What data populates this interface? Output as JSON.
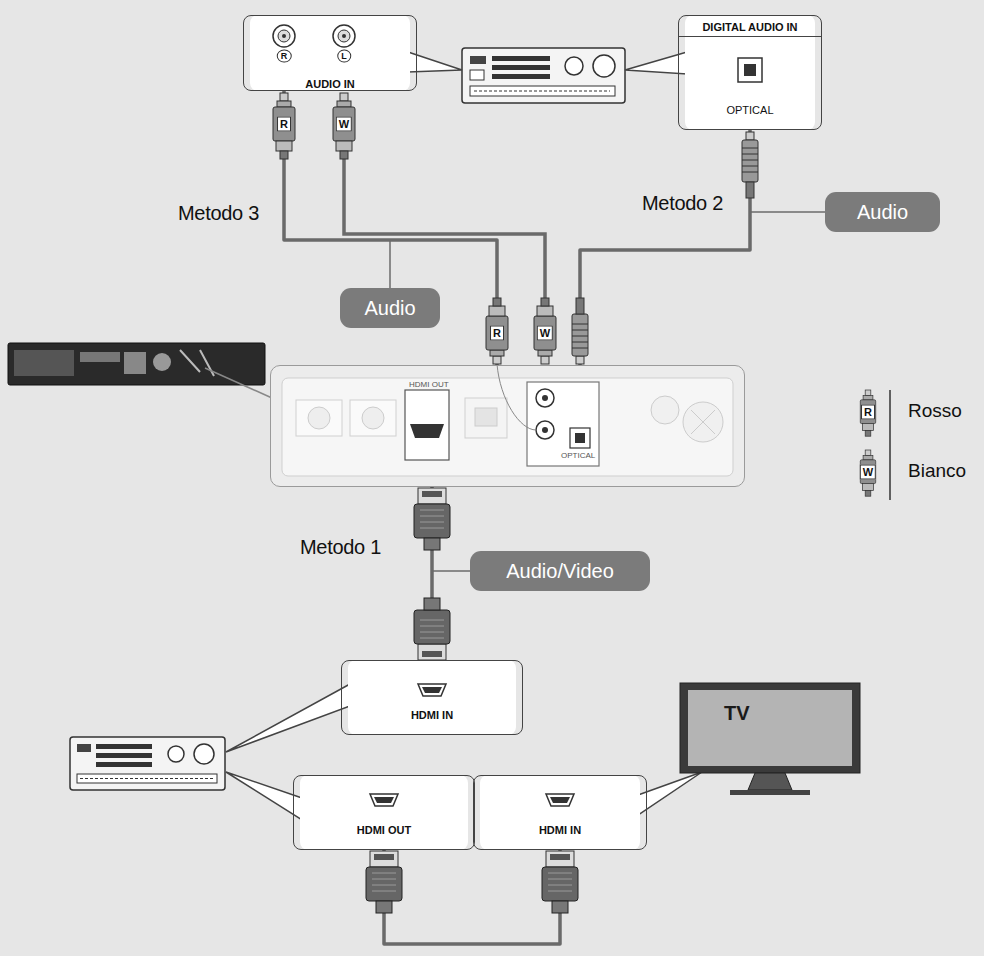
{
  "diagram": {
    "nodes": [
      {
        "text": [
          "AUDIO IN"
        ]
      },
      {
        "text": [
          "DIGITAL AUDIO IN",
          "OPTICAL"
        ]
      },
      {
        "text": [
          "Audio"
        ]
      },
      {
        "text": [
          "Audio"
        ]
      },
      {
        "text": [
          "HDMI OUT",
          "OPTICAL"
        ]
      },
      {
        "text": [
          "Audio/Video"
        ]
      },
      {
        "text": [
          "HDMI IN"
        ]
      },
      {
        "text": [
          "HDMI OUT"
        ]
      },
      {
        "text": [
          "HDMI IN"
        ]
      },
      {
        "text": [
          "TV"
        ]
      }
    ],
    "edges": [
      {
        "from": 4,
        "to": 0,
        "label": "Metodo 3",
        "arrow": "none"
      },
      {
        "from": 4,
        "to": 1,
        "label": "Metodo 2",
        "arrow": "none"
      },
      {
        "from": 4,
        "to": 6,
        "label": "Metodo 1",
        "arrow": "none"
      },
      {
        "from": 7,
        "to": 8,
        "arrow": "none"
      }
    ],
    "labels": [
      "R",
      "L",
      "R",
      "W",
      "R",
      "W",
      "R",
      "W"
    ],
    "legend": [
      {
        "text": "Rosso"
      },
      {
        "text": "Bianco"
      }
    ]
  }
}
